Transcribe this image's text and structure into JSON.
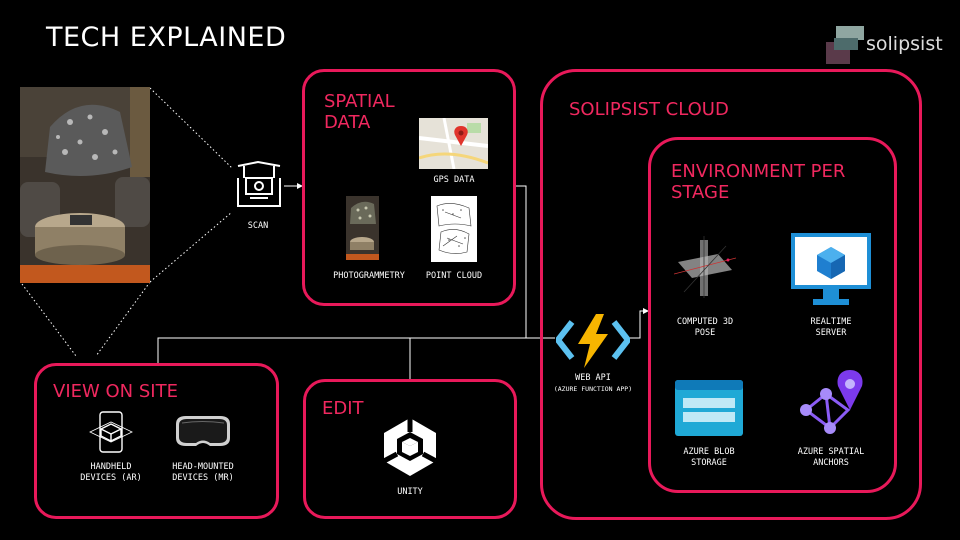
{
  "title": "TECH EXPLAINED",
  "logo": {
    "text": "solipsist",
    "colors": [
      "#5a3a4a",
      "#8fa6a1",
      "#4d6b6b"
    ]
  },
  "accent": "#e8195a",
  "scan": {
    "label": "SCAN"
  },
  "spatial": {
    "title": "SPATIAL DATA",
    "items": [
      {
        "label": "GPS DATA"
      },
      {
        "label": "PHOTOGRAMMETRY"
      },
      {
        "label": "POINT CLOUD"
      }
    ]
  },
  "view": {
    "title": "VIEW ON SITE",
    "items": [
      {
        "label_line1": "HANDHELD",
        "label_line2": "DEVICES (AR)"
      },
      {
        "label_line1": "HEAD-MOUNTED",
        "label_line2": "DEVICES (MR)"
      }
    ]
  },
  "edit": {
    "title": "EDIT",
    "item_label": "UNITY"
  },
  "webapi": {
    "line1": "WEB API",
    "line2": "(AZURE FUNCTION APP)"
  },
  "cloud": {
    "title": "SOLIPSIST CLOUD",
    "env_title": "ENVIRONMENT PER STAGE",
    "items": [
      {
        "line1": "COMPUTED 3D",
        "line2": "POSE"
      },
      {
        "line1": "REALTIME",
        "line2": "SERVER"
      },
      {
        "line1": "AZURE BLOB",
        "line2": "STORAGE"
      },
      {
        "line1": "AZURE SPATIAL",
        "line2": "ANCHORS"
      }
    ]
  }
}
